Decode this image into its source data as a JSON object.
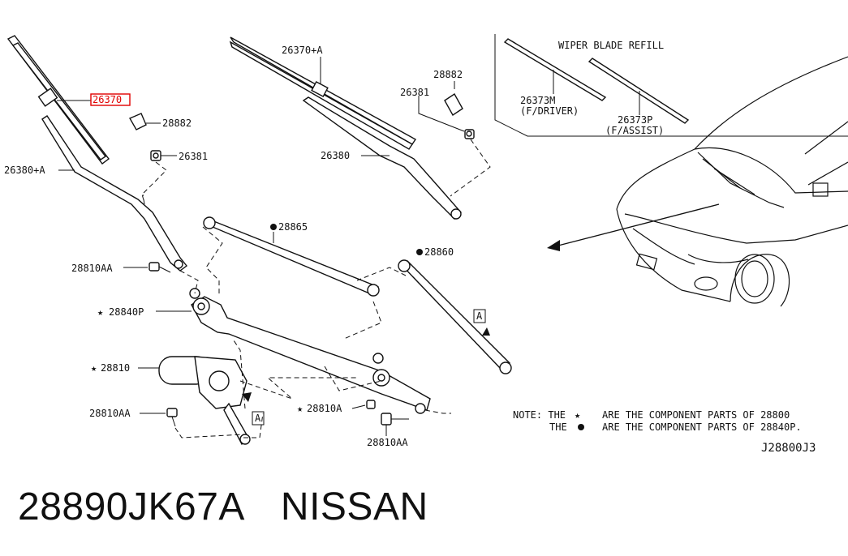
{
  "labels": {
    "wiper_blade_driver": "26370",
    "cap_left": "28882",
    "nut_left": "26381",
    "arm_left": "26380+A",
    "blade_assist": "26370+A",
    "cap_right": "28882",
    "nut_right": "26381",
    "arm_right": "26380",
    "link_upper": "28865",
    "link_right": "28860",
    "bolt_upper": "28810AA",
    "pivot_left": "28840P",
    "motor": "28810",
    "bolt_lower": "28810AA",
    "bolt_mid": "28810A",
    "bolt_bottom": "28810AA"
  },
  "refill_box": {
    "title": "WIPER BLADE REFILL",
    "driver_part": "26373M",
    "driver_note": "(F/DRIVER)",
    "assist_part": "26373P",
    "assist_note": "(F/ASSIST)"
  },
  "markers": {
    "view_a_upper": "A",
    "view_a_lower": "A"
  },
  "notes": {
    "line1_prefix": "NOTE: THE",
    "line1_suffix": "ARE THE COMPONENT PARTS OF 28800",
    "line2_prefix": "THE",
    "line2_suffix": "ARE THE COMPONENT PARTS OF 28840P."
  },
  "diagram_code": "J28800J3",
  "footer": {
    "part_number": "28890JK67A",
    "brand": "NISSAN"
  },
  "colors": {
    "ink": "#111111",
    "highlight": "#e00000"
  }
}
